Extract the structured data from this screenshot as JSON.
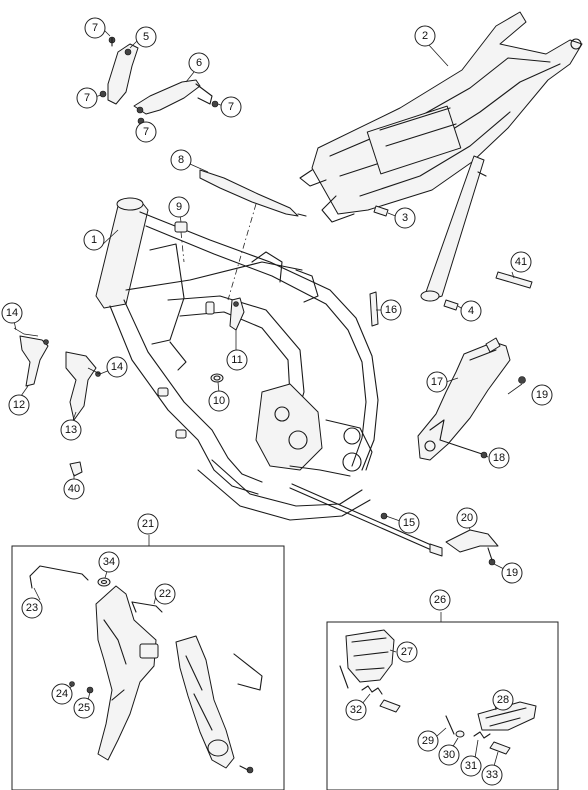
{
  "callouts": [
    {
      "id": "c1",
      "label": "1"
    },
    {
      "id": "c2",
      "label": "2"
    },
    {
      "id": "c3",
      "label": "3"
    },
    {
      "id": "c4",
      "label": "4"
    },
    {
      "id": "c5",
      "label": "5"
    },
    {
      "id": "c6",
      "label": "6"
    },
    {
      "id": "c7a",
      "label": "7"
    },
    {
      "id": "c7b",
      "label": "7"
    },
    {
      "id": "c7c",
      "label": "7"
    },
    {
      "id": "c7d",
      "label": "7"
    },
    {
      "id": "c8",
      "label": "8"
    },
    {
      "id": "c9",
      "label": "9"
    },
    {
      "id": "c10",
      "label": "10"
    },
    {
      "id": "c11",
      "label": "11"
    },
    {
      "id": "c12",
      "label": "12"
    },
    {
      "id": "c13",
      "label": "13"
    },
    {
      "id": "c14a",
      "label": "14"
    },
    {
      "id": "c14b",
      "label": "14"
    },
    {
      "id": "c15",
      "label": "15"
    },
    {
      "id": "c16",
      "label": "16"
    },
    {
      "id": "c17",
      "label": "17"
    },
    {
      "id": "c18",
      "label": "18"
    },
    {
      "id": "c19a",
      "label": "19"
    },
    {
      "id": "c19b",
      "label": "19"
    },
    {
      "id": "c20",
      "label": "20"
    },
    {
      "id": "c21",
      "label": "21"
    },
    {
      "id": "c22",
      "label": "22"
    },
    {
      "id": "c23",
      "label": "23"
    },
    {
      "id": "c24",
      "label": "24"
    },
    {
      "id": "c25",
      "label": "25"
    },
    {
      "id": "c26",
      "label": "26"
    },
    {
      "id": "c27",
      "label": "27"
    },
    {
      "id": "c28",
      "label": "28"
    },
    {
      "id": "c29",
      "label": "29"
    },
    {
      "id": "c30",
      "label": "30"
    },
    {
      "id": "c31",
      "label": "31"
    },
    {
      "id": "c32",
      "label": "32"
    },
    {
      "id": "c33",
      "label": "33"
    },
    {
      "id": "c34",
      "label": "34"
    },
    {
      "id": "c40",
      "label": "40"
    },
    {
      "id": "c41",
      "label": "41"
    }
  ]
}
